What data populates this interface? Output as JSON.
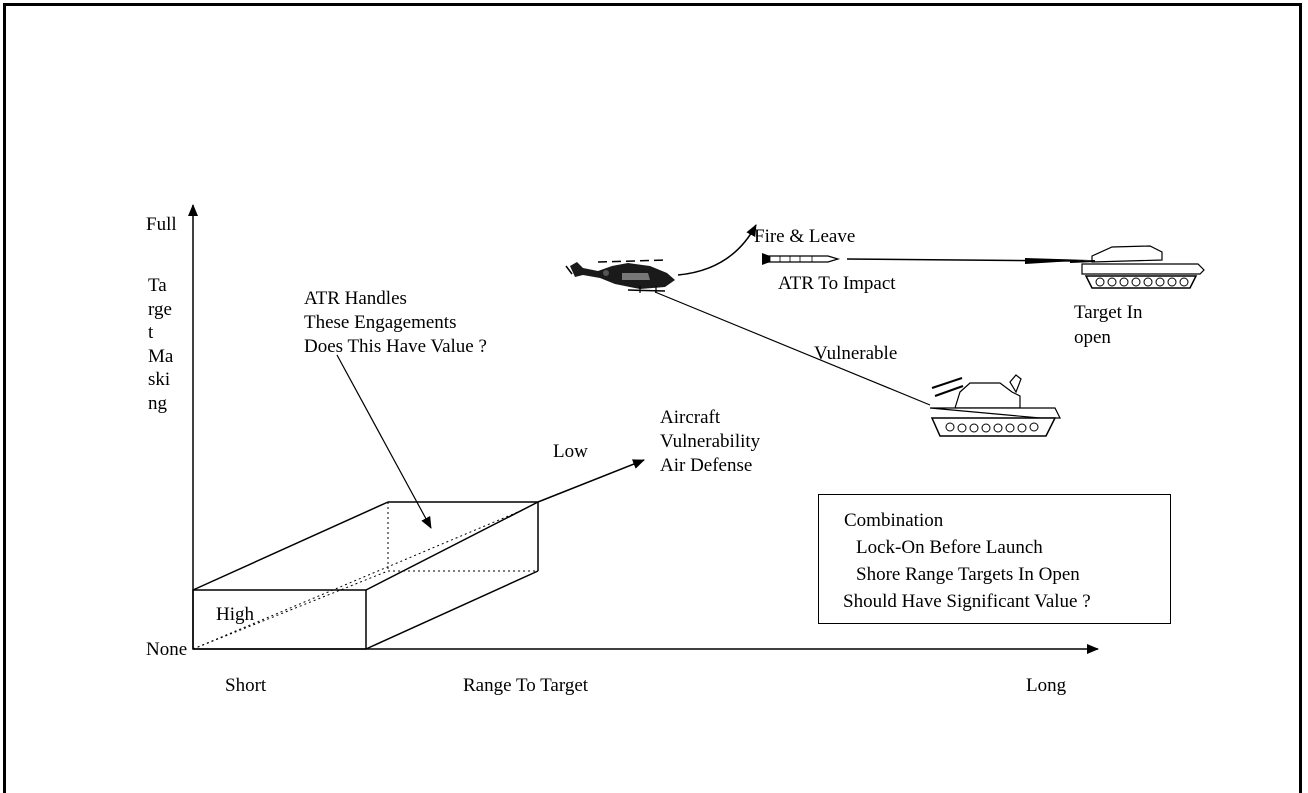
{
  "axes": {
    "y_top": "Full",
    "y_bottom": "None",
    "y_title": [
      "Ta",
      "rge",
      "t",
      "Ma",
      "ski",
      "ng"
    ],
    "x_left": "Short",
    "x_title": "Range To Target",
    "x_right": "Long",
    "z_low": "Low",
    "z_title": [
      "Aircraft",
      "Vulnerability",
      "Air Defense"
    ]
  },
  "box": {
    "front_label": "High"
  },
  "annotations": {
    "atr_note": [
      "ATR Handles",
      "These Engagements",
      "Does This Have Value ?"
    ],
    "fire_leave": "Fire & Leave",
    "atr_impact": "ATR To Impact",
    "target_open": [
      "Target In",
      "open"
    ],
    "vulnerable": "Vulnerable"
  },
  "combination": {
    "title": "Combination",
    "line1": "Lock-On Before Launch",
    "line2": "Shore Range Targets In Open",
    "line3": "Should Have Significant Value ?"
  },
  "icons": {
    "helicopter": "helicopter-icon",
    "missile": "missile-icon",
    "tank": "tank-icon",
    "air_defense": "air-defense-vehicle-icon"
  }
}
